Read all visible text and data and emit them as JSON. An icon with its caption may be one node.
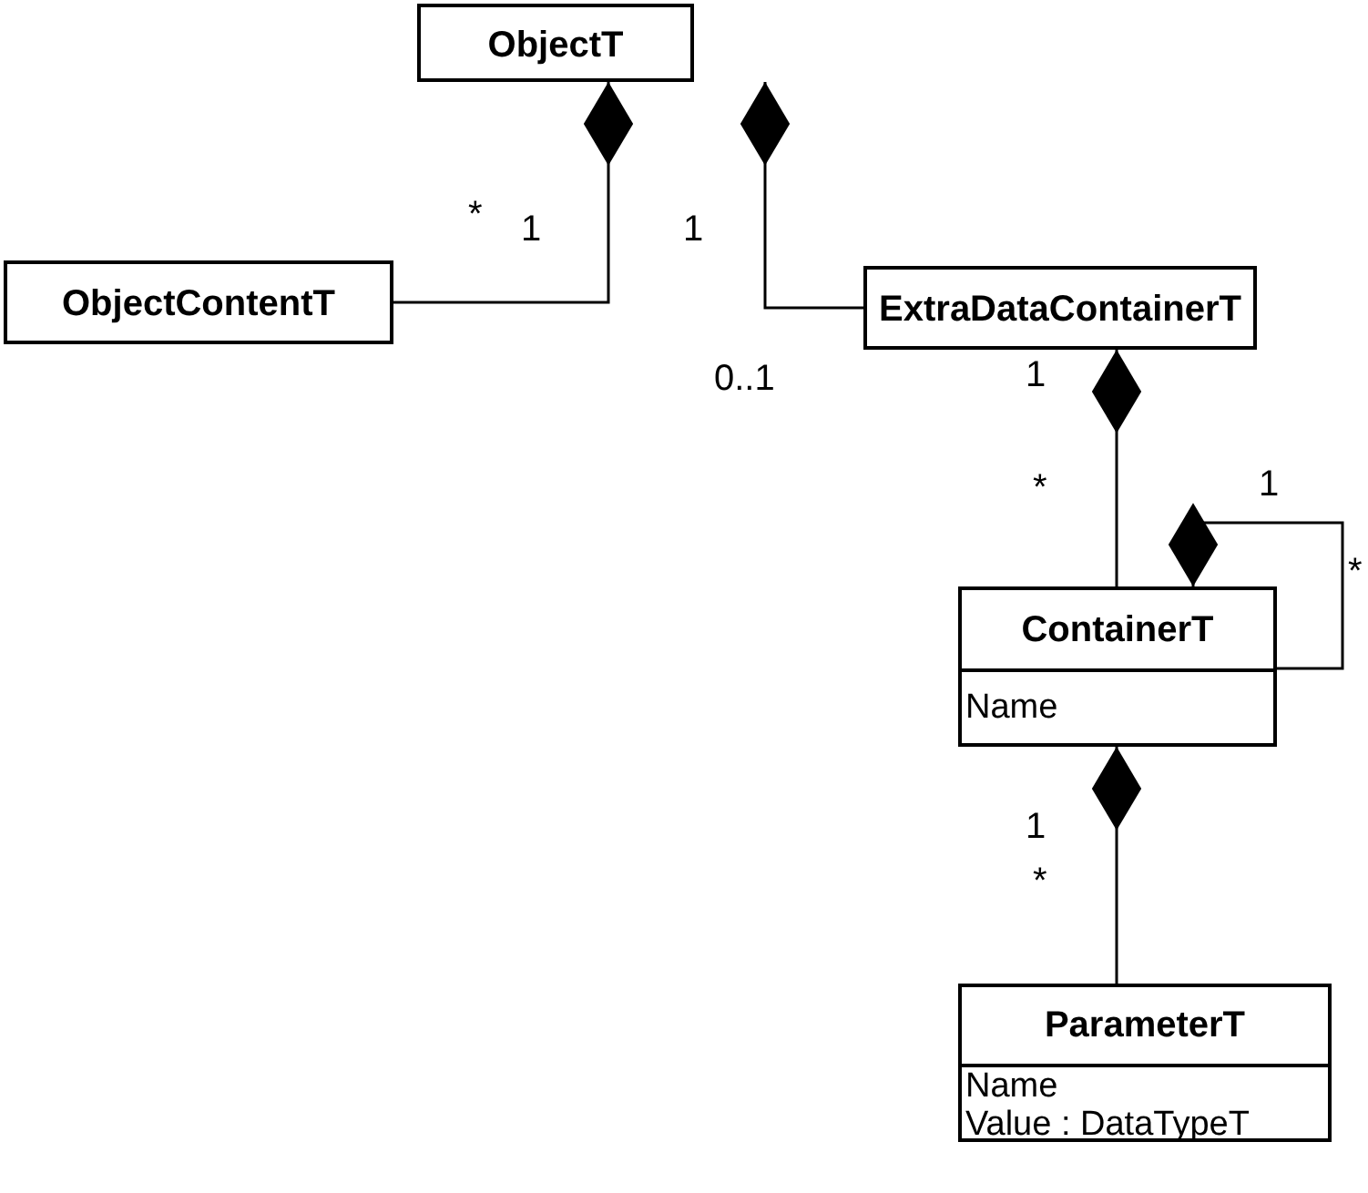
{
  "diagram": {
    "nodes": [
      {
        "text": [
          "ObjectT"
        ]
      },
      {
        "text": [
          "ObjectContentT"
        ]
      },
      {
        "text": [
          "ExtraDataContainerT"
        ]
      },
      {
        "text": [
          "ContainerT",
          "Name"
        ]
      },
      {
        "text": [
          "ParameterT",
          "Name",
          "Value : DataTypeT"
        ]
      }
    ],
    "edges": [
      {
        "from": 0,
        "to": 1,
        "arrow": "other"
      },
      {
        "from": 0,
        "to": 2,
        "arrow": "other"
      },
      {
        "from": 2,
        "to": 3,
        "arrow": "other"
      },
      {
        "from": 3,
        "to": 3,
        "arrow": "other"
      },
      {
        "from": 3,
        "to": 4,
        "arrow": "other"
      }
    ],
    "labels": [
      "*",
      "1",
      "1",
      "0..1",
      "1",
      "1",
      "*",
      "*",
      "1",
      "*"
    ]
  }
}
